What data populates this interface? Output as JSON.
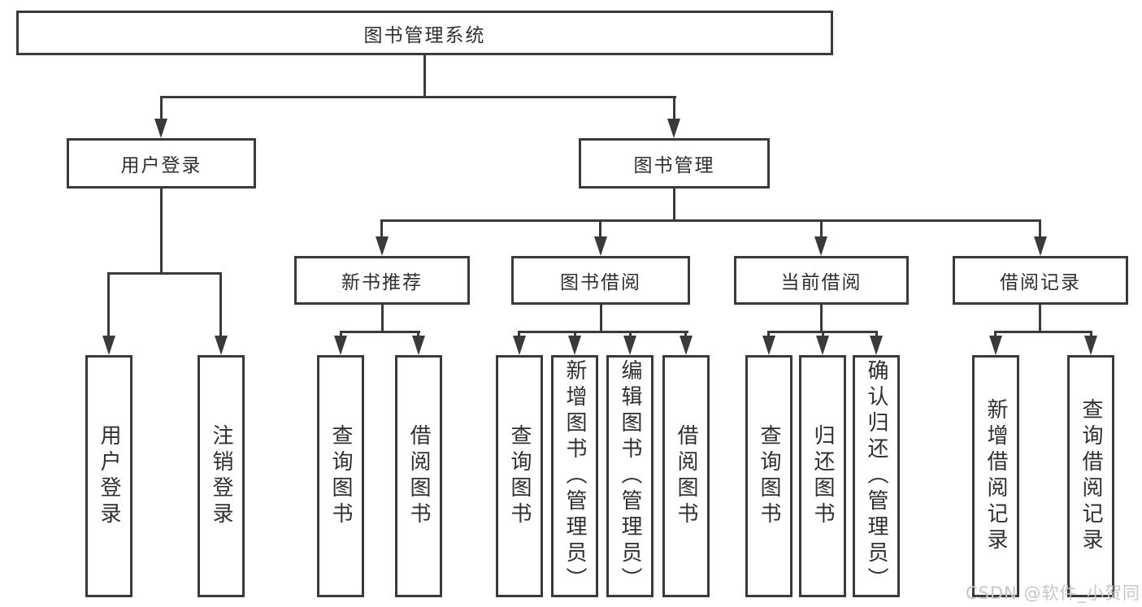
{
  "tree": {
    "label": "图书管理系统",
    "children": [
      {
        "label": "用户登录",
        "children": [
          {
            "label": "用户登录"
          },
          {
            "label": "注销登录"
          }
        ]
      },
      {
        "label": "图书管理",
        "children": [
          {
            "label": "新书推荐",
            "children": [
              {
                "label": "查询图书"
              },
              {
                "label": "借阅图书"
              }
            ]
          },
          {
            "label": "图书借阅",
            "children": [
              {
                "label": "查询图书"
              },
              {
                "label": "新增图书（管理员）"
              },
              {
                "label": "编辑图书（管理员）"
              },
              {
                "label": "借阅图书"
              }
            ]
          },
          {
            "label": "当前借阅",
            "children": [
              {
                "label": "查询图书"
              },
              {
                "label": "归还图书"
              },
              {
                "label": "确认归还（管理员）"
              }
            ]
          },
          {
            "label": "借阅记录",
            "children": [
              {
                "label": "新增借阅记录"
              },
              {
                "label": "查询借阅记录"
              }
            ]
          }
        ]
      }
    ]
  },
  "watermark": {
    "text": "CSDN @软件_小贺同学"
  },
  "colors": {
    "line": "#3a3a3a",
    "text": "#2f2f2f",
    "watermark": "#c6c6c6",
    "background": "#ffffff"
  }
}
